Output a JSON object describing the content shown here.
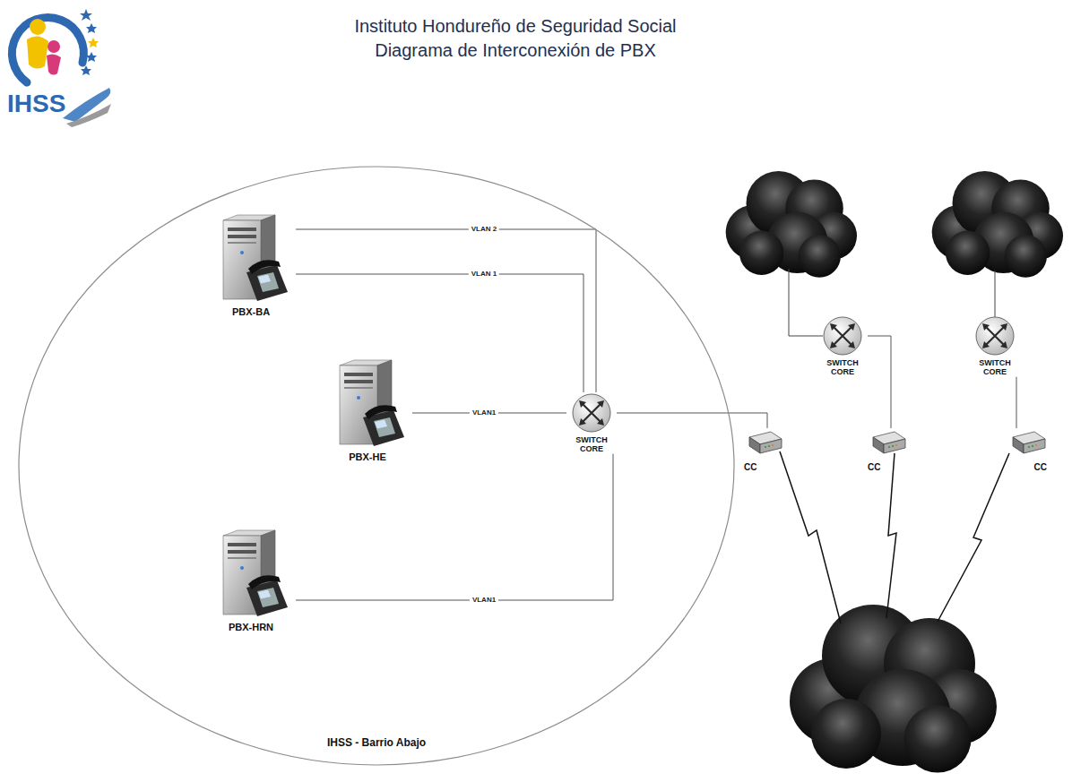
{
  "diagram": {
    "title": "Instituto Hondureño de Seguridad Social Diagrama de Interconexión de PBX",
    "nodes": [
      {
        "text": [
          "IHSS - Barrio Abajo"
        ]
      },
      {
        "text": [
          "PBX-BA"
        ],
        "in": 0
      },
      {
        "text": [
          "PBX-HE"
        ],
        "in": 0
      },
      {
        "text": [
          "PBX-HRN"
        ],
        "in": 0
      },
      {
        "text": [
          "SWITCH CORE"
        ],
        "in": 0
      },
      {
        "text": [
          "SWITCH CORE"
        ]
      },
      {
        "text": [
          "SWITCH CORE"
        ]
      },
      {
        "text": [
          "CC"
        ]
      },
      {
        "text": [
          "CC"
        ]
      },
      {
        "text": [
          "CC"
        ]
      }
    ],
    "edges": [
      {
        "from": 1,
        "to": 4,
        "label": "VLAN 2",
        "arrow": "none"
      },
      {
        "from": 1,
        "to": 4,
        "label": "VLAN 1",
        "arrow": "none"
      },
      {
        "from": 2,
        "to": 4,
        "label": "VLAN1",
        "arrow": "none"
      },
      {
        "from": 3,
        "to": 4,
        "label": "VLAN1",
        "arrow": "none"
      },
      {
        "from": 4,
        "to": 7,
        "arrow": "none"
      },
      {
        "from": 5,
        "to": 8,
        "arrow": "none"
      },
      {
        "from": 6,
        "to": 9,
        "arrow": "none"
      }
    ],
    "labels": [
      "IHSS"
    ]
  }
}
